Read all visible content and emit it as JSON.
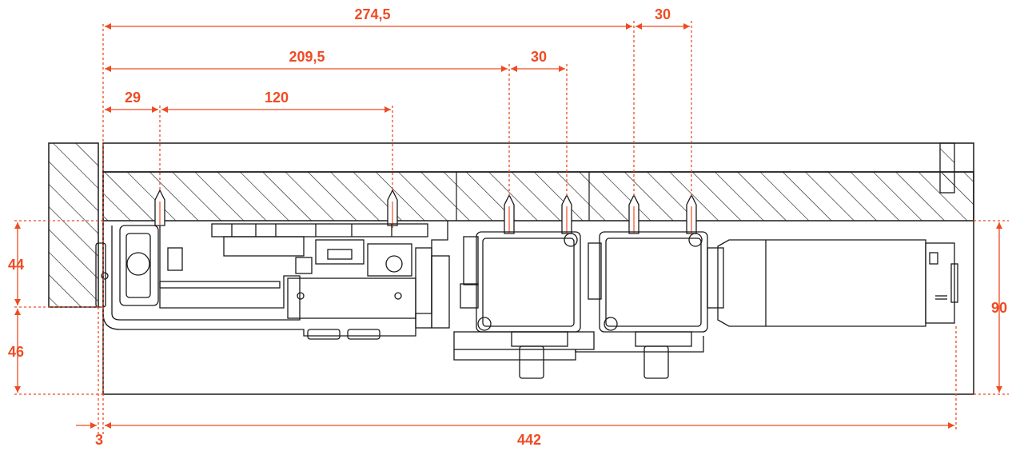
{
  "colors": {
    "dimension": "#ef4b23",
    "outline": "#1a1a1a",
    "hatch": "#222222",
    "background": "#ffffff"
  },
  "dimensions": {
    "d_274_5": "274,5",
    "d_30_top": "30",
    "d_209_5": "209,5",
    "d_30_mid": "30",
    "d_29": "29",
    "d_120": "120",
    "d_44": "44",
    "d_46": "46",
    "d_90": "90",
    "d_3": "3",
    "d_442": "442"
  }
}
